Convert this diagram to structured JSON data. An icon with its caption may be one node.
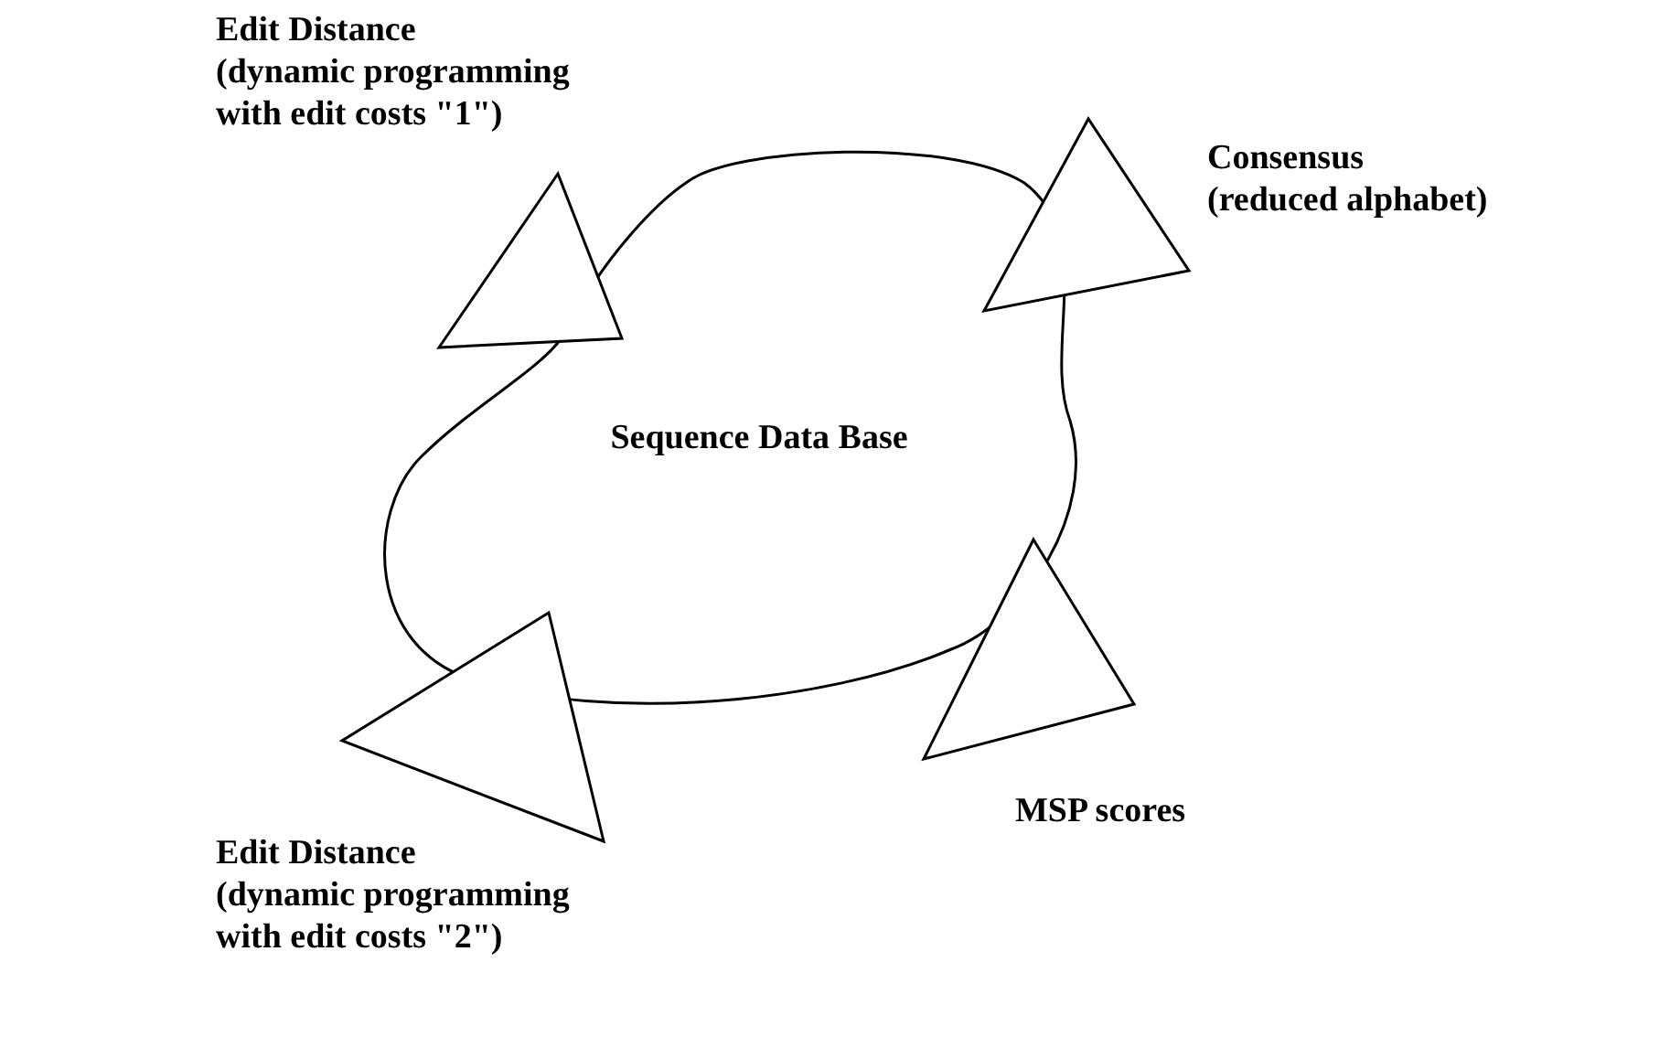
{
  "diagram": {
    "nodes": [
      {
        "text": [
          "Sequence Data Base"
        ]
      },
      {
        "text": [
          "Edit Distance",
          "(dynamic programming with edit costs \"1\")"
        ]
      },
      {
        "text": [
          "Consensus",
          "(reduced alphabet)"
        ]
      },
      {
        "text": [
          "MSP scores"
        ]
      },
      {
        "text": [
          "Edit Distance",
          "(dynamic programming with edit costs \"2\")"
        ]
      }
    ]
  }
}
